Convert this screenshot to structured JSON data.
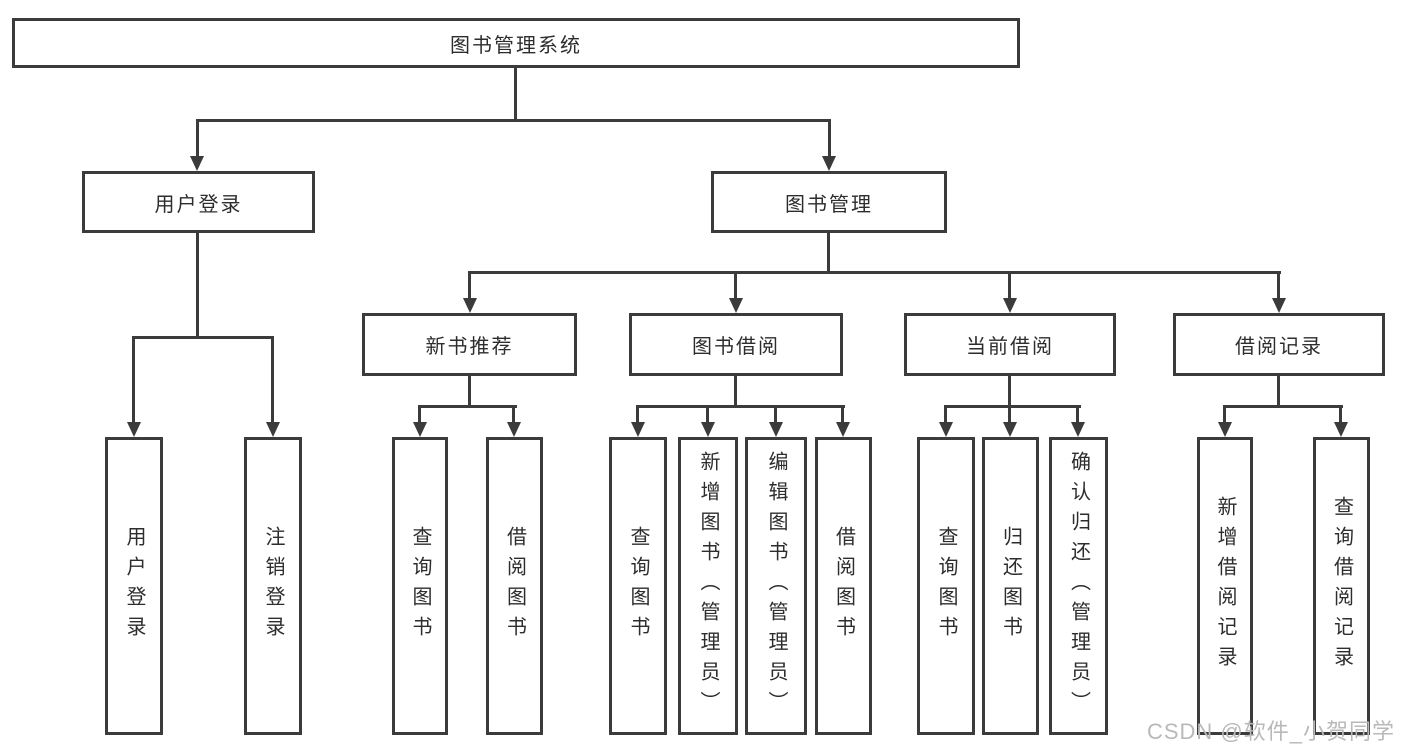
{
  "diagram": {
    "type": "org-chart",
    "title": "图书管理系统",
    "watermark": "CSDN @软件_小贺同学",
    "colors": {
      "line": "#3b3b3b",
      "box_border": "#3b3b3b",
      "text": "#2d2d2d",
      "watermark": "#b9b9b9",
      "background": "#ffffff"
    },
    "nodes": {
      "root": "图书管理系统",
      "user_login": "用户登录",
      "book_mgmt": "图书管理",
      "user_login_action": "用户登录",
      "logout": "注销登录",
      "new_books": "新书推荐",
      "book_borrow": "图书借阅",
      "current_borrow": "当前借阅",
      "borrow_records": "借阅记录",
      "nb_query_books": "查询图书",
      "nb_borrow_books": "借阅图书",
      "bb_query_books": "查询图书",
      "bb_add_books_admin": "新增图书（管理员）",
      "bb_edit_books_admin": "编辑图书（管理员）",
      "bb_borrow_books": "借阅图书",
      "cb_query_books": "查询图书",
      "cb_return_books": "归还图书",
      "cb_confirm_return_admin": "确认归还（管理员）",
      "br_add_record": "新增借阅记录",
      "br_query_record": "查询借阅记录"
    },
    "hierarchy": {
      "图书管理系统": {
        "用户登录": [
          "用户登录",
          "注销登录"
        ],
        "图书管理": {
          "新书推荐": [
            "查询图书",
            "借阅图书"
          ],
          "图书借阅": [
            "查询图书",
            "新增图书（管理员）",
            "编辑图书（管理员）",
            "借阅图书"
          ],
          "当前借阅": [
            "查询图书",
            "归还图书",
            "确认归还（管理员）"
          ],
          "借阅记录": [
            "新增借阅记录",
            "查询借阅记录"
          ]
        }
      }
    }
  }
}
